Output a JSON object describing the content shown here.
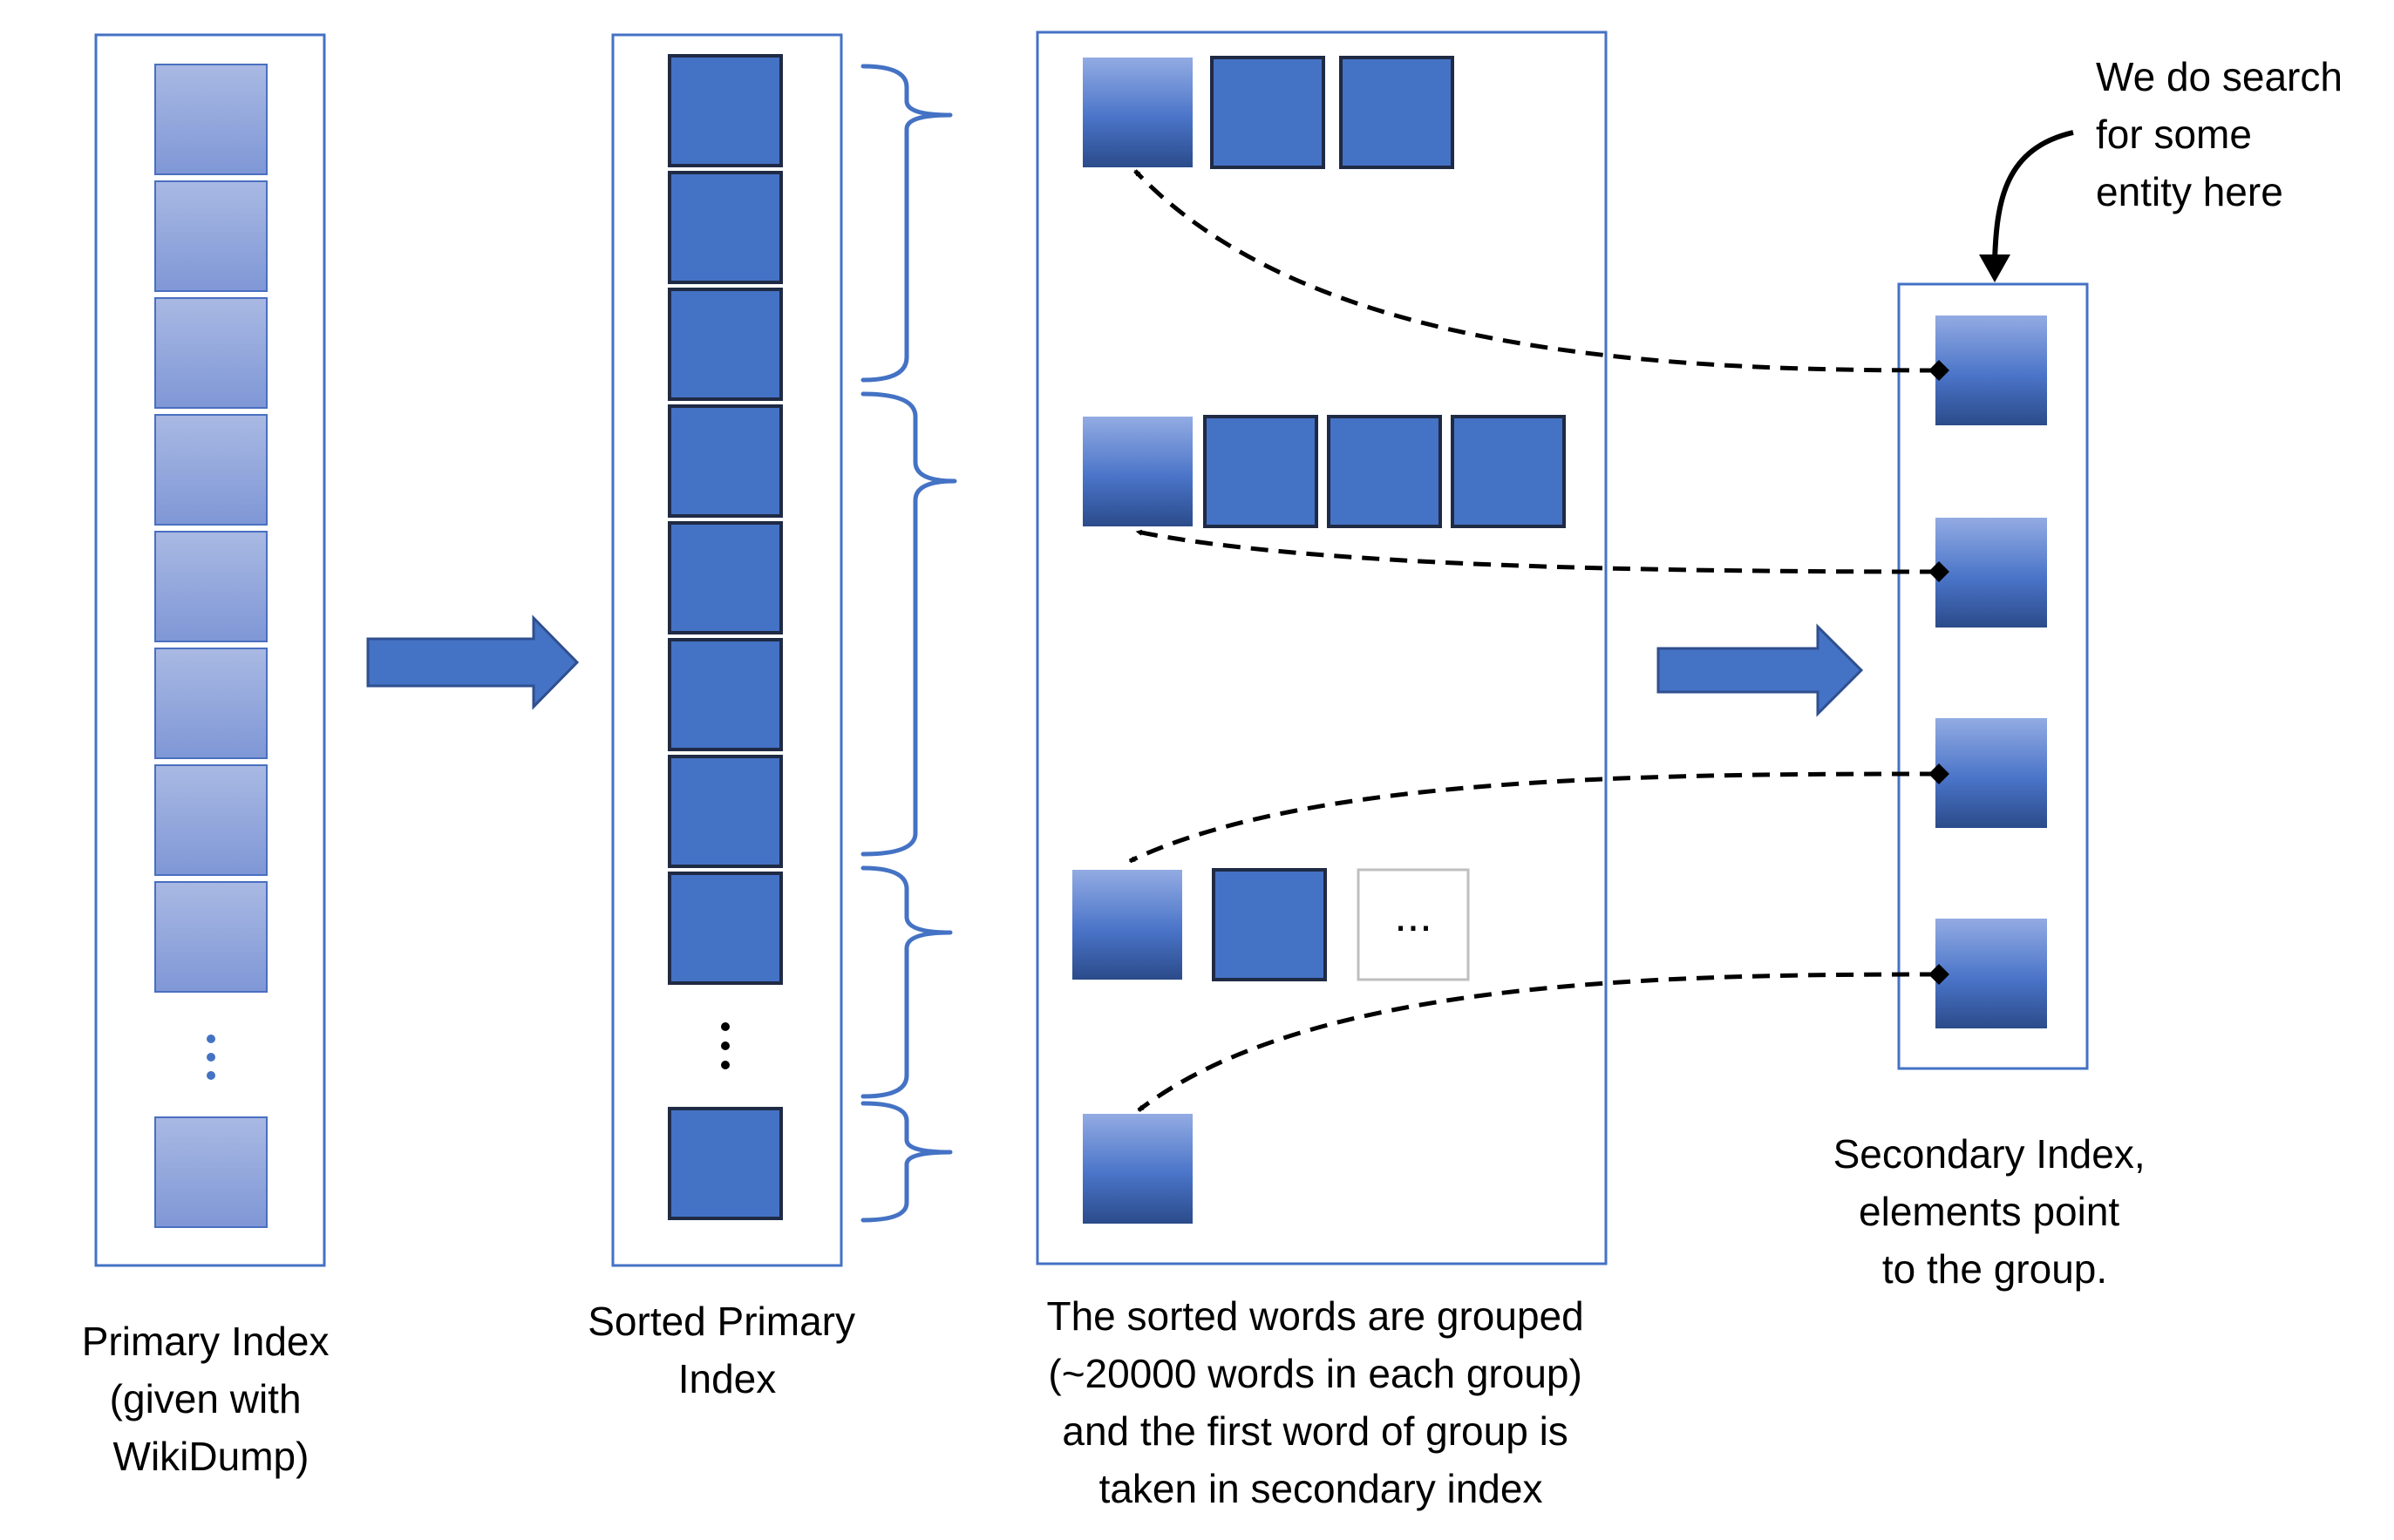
{
  "colors": {
    "panel_border": "#4472C4",
    "sorted_box_fill": "#4472C4",
    "sorted_box_border": "#1F2A44",
    "primary_gradient_top": "#A9B9E3",
    "primary_gradient_bottom": "#7F97D6",
    "head_gradient_top": "#8FA9E3",
    "head_gradient_bottom": "#2E4F8F",
    "arrow_fill": "#4472C4",
    "arrow_border": "#2F4F8F",
    "placeholder_border": "#BFBFBF",
    "dashed_line": "#000000"
  },
  "labels": {
    "primary_index": [
      "Primary Index",
      "(given with",
      "WikiDump)"
    ],
    "sorted_primary_index": [
      "Sorted Primary",
      "Index"
    ],
    "grouped_description": [
      "The sorted words are grouped",
      "(~20000 words in each group)",
      "and the first word of group is",
      "taken in secondary index"
    ],
    "secondary_index": [
      "Secondary Index,",
      "elements point",
      "to the group."
    ],
    "search_callout": [
      "We do search",
      "for some",
      "entity here"
    ]
  },
  "symbols": {
    "vertical_ellipsis": "⋮",
    "horizontal_ellipsis": "..."
  },
  "structure": {
    "primary_index_visible_entries": 9,
    "sorted_index_visible_entries": 9,
    "group_sizes_visible": [
      3,
      4,
      3,
      1
    ],
    "secondary_index_entries": 4
  }
}
